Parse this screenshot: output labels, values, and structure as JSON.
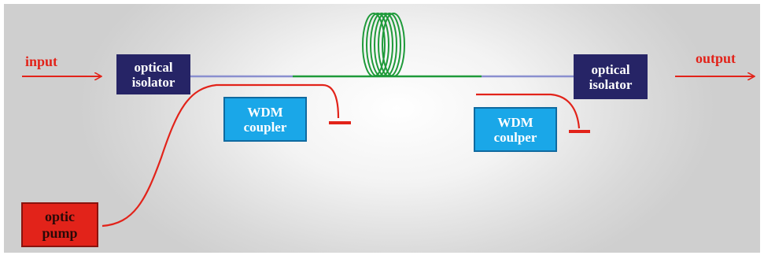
{
  "diagram": {
    "input_label": "input",
    "output_label": "output",
    "isolator_left": "optical\nisolator",
    "isolator_right": "optical\nisolator",
    "wdm_left": "WDM\ncoupler",
    "wdm_right": "WDM\ncoulper",
    "pump": "optic\npump"
  },
  "colors": {
    "isolator": "#262466",
    "wdm": "#1aa7e8",
    "pump": "#e2231a",
    "arrow": "#e2231a",
    "gain_fiber": "#1f9a3a",
    "fiber": "#8a8fcf"
  }
}
